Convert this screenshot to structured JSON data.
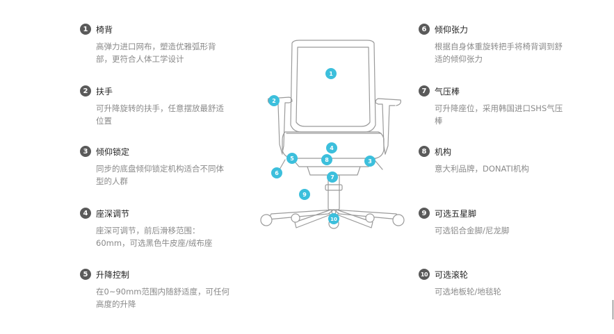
{
  "features": [
    {
      "num": "1",
      "title": "椅背",
      "desc": [
        "高弹力进口网布，塑造优雅弧形背",
        "部，更符合人体工学设计"
      ]
    },
    {
      "num": "2",
      "title": "扶手",
      "desc": [
        "可升降旋转的扶手，任意摆放最舒适",
        "位置"
      ]
    },
    {
      "num": "3",
      "title": "倾仰锁定",
      "desc": [
        "同步的底盘倾仰锁定机构适合不同体",
        "型的人群"
      ]
    },
    {
      "num": "4",
      "title": "座深调节",
      "desc": [
        "座深可调节，前后滑移范围：",
        "60mm，可选黑色牛皮座/绒布座"
      ]
    },
    {
      "num": "5",
      "title": "升降控制",
      "desc": [
        "在0~90mm范围内随舒适度，可任何",
        "高度的升降"
      ]
    },
    {
      "num": "6",
      "title": "倾仰张力",
      "desc": [
        "根据自身体重旋转把手将椅背调到舒",
        "适的倾仰张力"
      ]
    },
    {
      "num": "7",
      "title": "气压棒",
      "desc": [
        "可升降座位，采用韩国进口SHS气压",
        "棒"
      ]
    },
    {
      "num": "8",
      "title": "机构",
      "desc": [
        "意大利品牌，DONATI机构"
      ]
    },
    {
      "num": "9",
      "title": "可选五星脚",
      "desc": [
        "可选铝合金脚/尼龙脚"
      ]
    },
    {
      "num": "10",
      "title": "可选滚轮",
      "desc": [
        "可选地板轮/地毯轮"
      ]
    }
  ],
  "markers": [
    "1",
    "2",
    "3",
    "4",
    "5",
    "6",
    "7",
    "8",
    "9",
    "10"
  ],
  "colors": {
    "marker": "#3cbfdc",
    "number_badge": "#5a5a5a",
    "outline": "#9a9a9a"
  }
}
